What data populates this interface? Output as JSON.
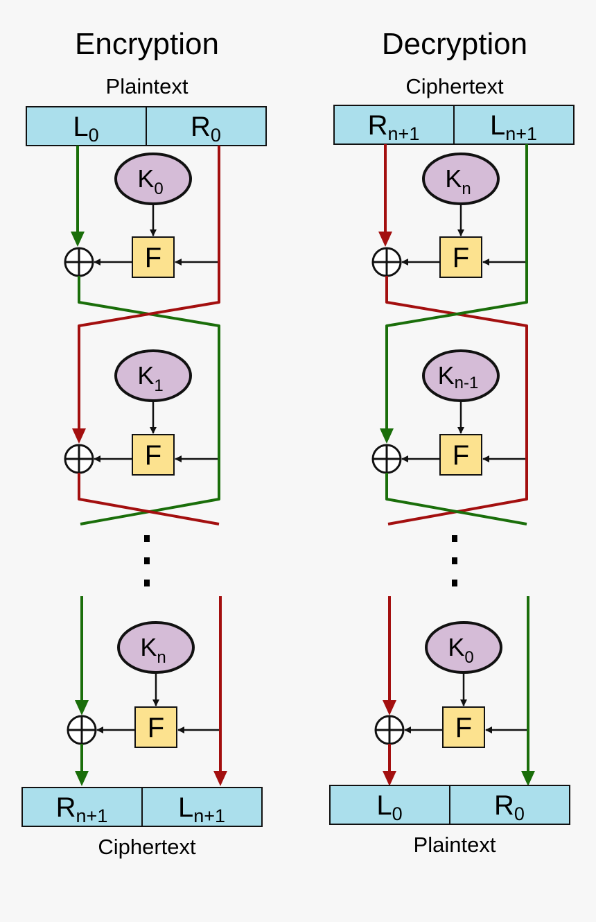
{
  "colors": {
    "background": "#f7f7f7",
    "block_fill": "#abdfec",
    "key_fill": "#d5bcd7",
    "function_fill": "#fce28f",
    "left_path": "#1a6e0a",
    "right_path": "#a30f0f",
    "stroke": "#111111"
  },
  "encryption": {
    "title": "Encryption",
    "input_label": "Plaintext",
    "output_label": "Ciphertext",
    "input": {
      "left": {
        "main": "L",
        "sub": "0"
      },
      "right": {
        "main": "R",
        "sub": "0"
      }
    },
    "output": {
      "left": {
        "main": "R",
        "sub": "n+1"
      },
      "right": {
        "main": "L",
        "sub": "n+1"
      }
    },
    "rounds": [
      {
        "key_main": "K",
        "key_sub": "0",
        "function": "F"
      },
      {
        "key_main": "K",
        "key_sub": "1",
        "function": "F"
      },
      {
        "key_main": "K",
        "key_sub": "n",
        "function": "F"
      }
    ]
  },
  "decryption": {
    "title": "Decryption",
    "input_label": "Ciphertext",
    "output_label": "Plaintext",
    "input": {
      "left": {
        "main": "R",
        "sub": "n+1"
      },
      "right": {
        "main": "L",
        "sub": "n+1"
      }
    },
    "output": {
      "left": {
        "main": "L",
        "sub": "0"
      },
      "right": {
        "main": "R",
        "sub": "0"
      }
    },
    "rounds": [
      {
        "key_main": "K",
        "key_sub": "n",
        "function": "F"
      },
      {
        "key_main": "K",
        "key_sub": "n-1",
        "function": "F"
      },
      {
        "key_main": "K",
        "key_sub": "0",
        "function": "F"
      }
    ]
  },
  "icons": {
    "xor": "circled-plus-icon",
    "ellipsis": "vertical-ellipsis-icon",
    "arrow": "arrowhead-icon"
  }
}
